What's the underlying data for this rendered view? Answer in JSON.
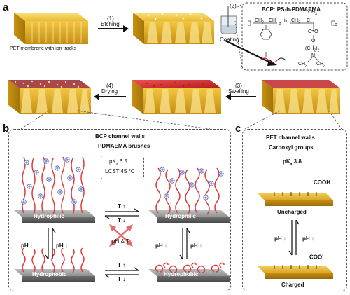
{
  "panels": {
    "a": "a",
    "b": "b",
    "c": "c"
  },
  "panel_a": {
    "membrane_label": "PET membrane with ion tracks",
    "step1_num": "(1)",
    "step1_label": "Etching",
    "step2_num": "(2)",
    "step2_label": "Coating",
    "step3_num": "(3)",
    "step3_label": "Swelling",
    "step4_num": "(4)",
    "step4_label": "Drying",
    "bcp_title": "BCP: PS-b-PDMAEMA",
    "ch2": "CH",
    "ch2_sub": "2",
    "ch": "CH",
    "c": "C",
    "ch3": "CH",
    "ch3_sub": "3",
    "co": "C=O",
    "o": "O",
    "ch2x2": "(CH",
    "ch2x2_sub": "2",
    "ch2x2_end": ")",
    "ch2x2_n": "2",
    "n": "N",
    "ch3a": "CH",
    "ch3a_sub": "3",
    "ch3b": "CH",
    "ch3b_sub": "3",
    "a_sym": "a",
    "b_sym": "b",
    "b2_sym": "b"
  },
  "panel_b": {
    "title": "BCP channel walls",
    "subtitle": "PDMAEMA brushes",
    "pka_p": "pK",
    "pka_sub": "a",
    "pka_val": " 6.5",
    "lcst": "LCST 45 °C",
    "hydrophilic_1": "Hydrophilic",
    "hydrophilic_2": "Hydrophilic",
    "hydrophobic_1": "Hydrophobic",
    "hydrophobic_2": "Hydrophobic",
    "t_top_up": "T",
    "t_top_down": "T",
    "t_bot_up": "T",
    "t_bot_down": "T",
    "ph_left_down": "pH",
    "ph_left_up": "pH",
    "ph_right_down": "pH",
    "ph_right_up": "pH",
    "ph_t": "pH & T"
  },
  "panel_c": {
    "title": "PET channel walls",
    "subtitle": "Carboxyl groups",
    "pka_p": "pK",
    "pka_sub": "a",
    "pka_val": " 3.8",
    "cooh": "COOH",
    "uncharged": "Uncharged",
    "coo": "COO",
    "coo_sup": "-",
    "charged": "Charged",
    "ph_down": "pH",
    "ph_up": "pH"
  },
  "colors": {
    "gold": "#e0b02a",
    "gold_dark": "#b9860f",
    "red_brush": "#e03a3a",
    "plus_blue": "#3d57b8",
    "surface_gray": "#8a8a8a"
  }
}
